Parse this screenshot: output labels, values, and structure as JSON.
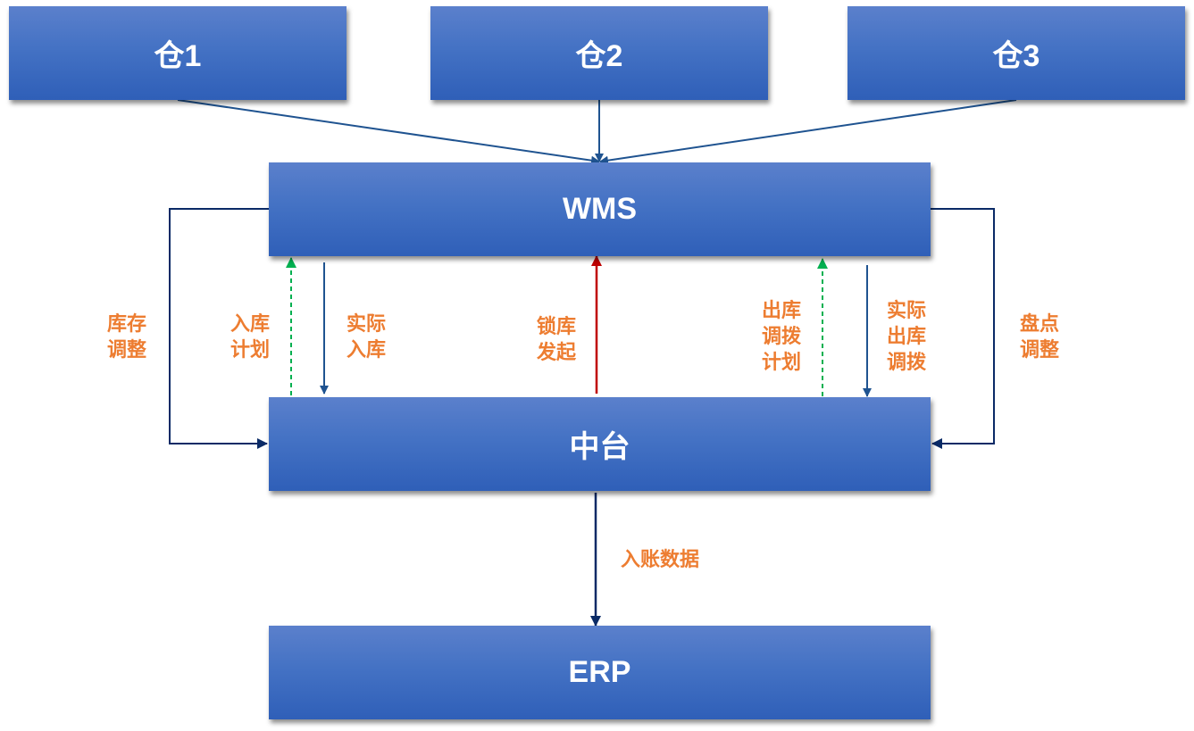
{
  "nodes": {
    "warehouse1": "仓1",
    "warehouse2": "仓2",
    "warehouse3": "仓3",
    "wms": "WMS",
    "middle_platform": "中台",
    "erp": "ERP"
  },
  "edge_labels": {
    "inventory_adjust": "库存\n调整",
    "inbound_plan": "入库\n计划",
    "actual_inbound": "实际\n入库",
    "lock_initiate": "锁库\n发起",
    "outbound_transfer_plan": "出库\n调拨\n计划",
    "actual_outbound_transfer": "实际\n出库\n调拨",
    "stocktake_adjust": "盘点\n调整",
    "accounting_data": "入账数据"
  },
  "colors": {
    "box": "#4472c4",
    "label": "#ed7d31",
    "arrow_dark": "#0a2a66",
    "arrow_blue": "#1f5390",
    "arrow_green": "#00b050",
    "arrow_red": "#c00000"
  }
}
